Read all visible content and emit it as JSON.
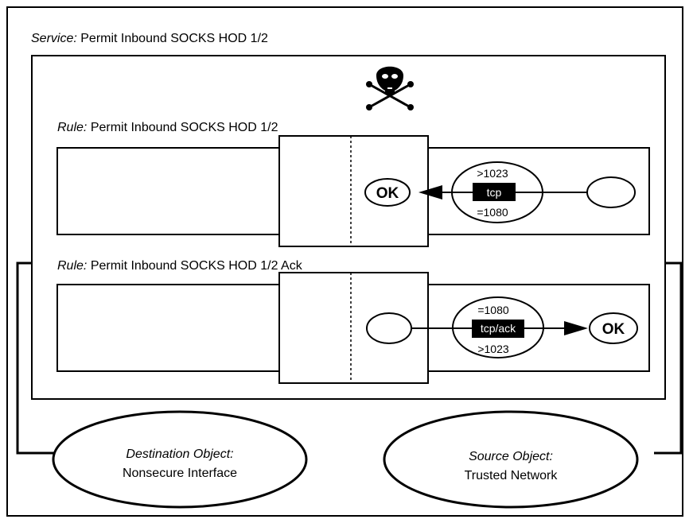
{
  "service": {
    "prefix": "Service:",
    "name": "Permit Inbound SOCKS HOD 1/2"
  },
  "rules": [
    {
      "prefix": "Rule:",
      "name": "Permit Inbound SOCKS HOD 1/2",
      "port_top": ">1023",
      "protocol": "tcp",
      "port_bottom": "=1080",
      "ok_label": "OK",
      "direction": "inbound"
    },
    {
      "prefix": "Rule:",
      "name": "Permit Inbound SOCKS HOD 1/2 Ack",
      "port_top": "=1080",
      "protocol": "tcp/ack",
      "port_bottom": ">1023",
      "ok_label": "OK",
      "direction": "outbound"
    }
  ],
  "destination": {
    "title": "Destination Object:",
    "name": "Nonsecure Interface"
  },
  "source": {
    "title": "Source Object:",
    "name": "Trusted Network"
  },
  "icons": {
    "service_icon": "skull-crossbones-icon"
  }
}
